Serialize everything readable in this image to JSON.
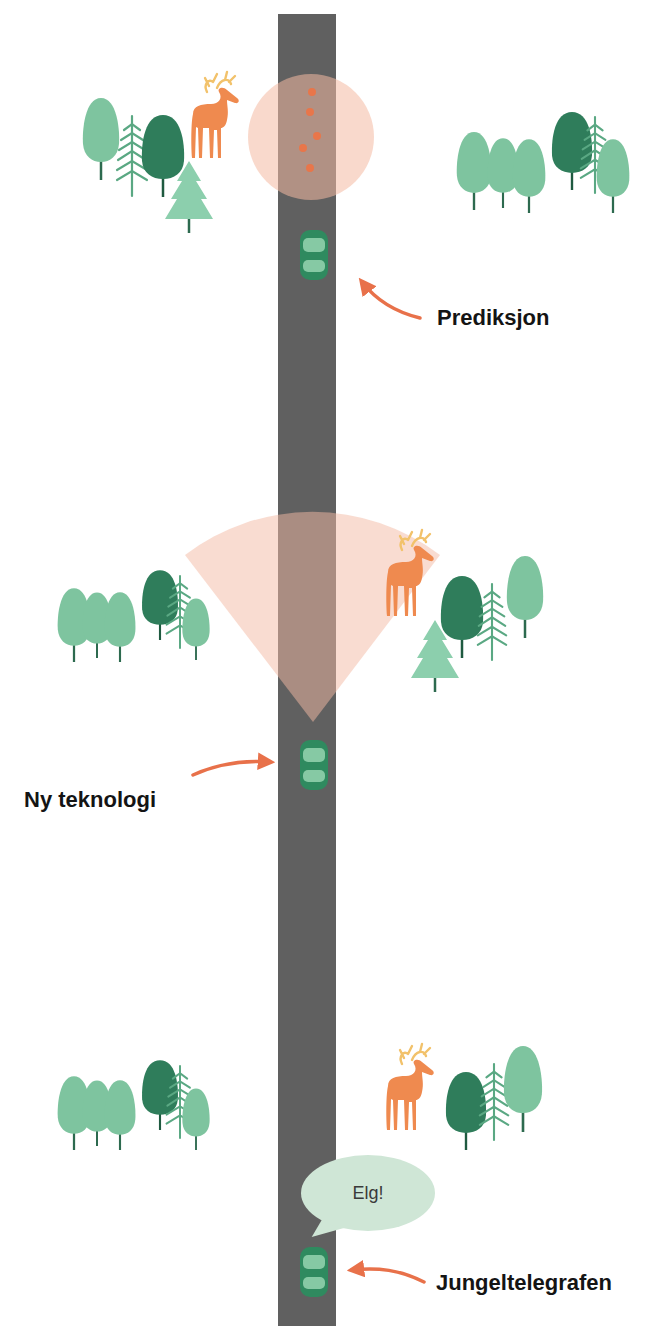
{
  "diagram": {
    "nodes": [
      {
        "text": [
          "Elg!"
        ]
      }
    ],
    "labels": [
      "Prediksjon",
      "Ny teknologi",
      "Jungeltelegrafen"
    ]
  }
}
